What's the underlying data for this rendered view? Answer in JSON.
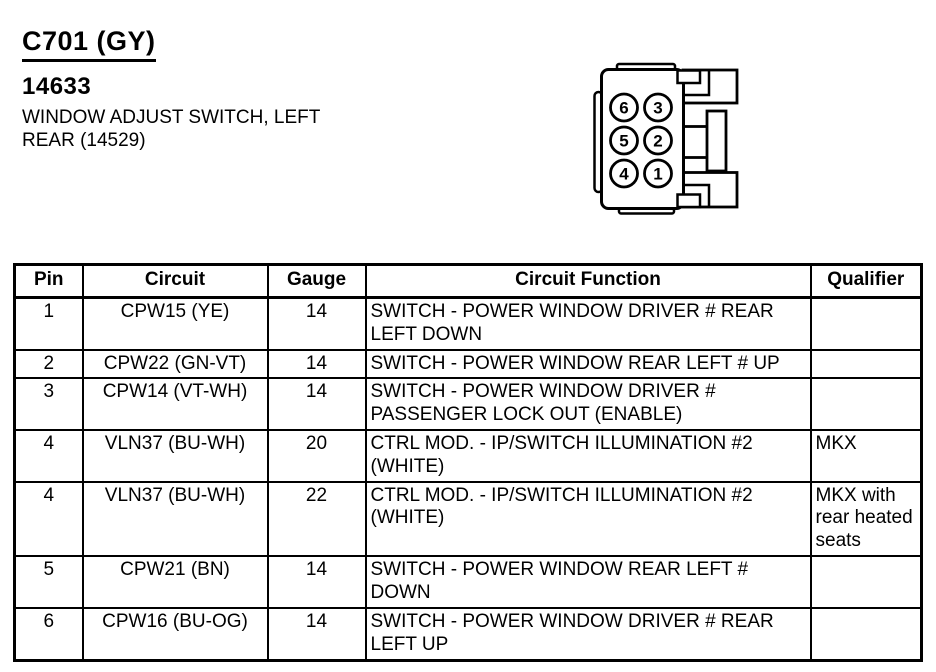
{
  "header": {
    "connector_id": "C701 (GY)",
    "part_number": "14633",
    "part_description": "WINDOW ADJUST SWITCH, LEFT REAR (14529)"
  },
  "connector_diagram": {
    "pins": [
      "6",
      "3",
      "5",
      "2",
      "4",
      "1"
    ]
  },
  "pin_table": {
    "columns": {
      "pin": "Pin",
      "circuit": "Circuit",
      "gauge": "Gauge",
      "function": "Circuit Function",
      "qualifier": "Qualifier"
    },
    "rows": [
      {
        "pin": "1",
        "circuit": "CPW15 (YE)",
        "gauge": "14",
        "function": "SWITCH - POWER WINDOW DRIVER # REAR LEFT DOWN",
        "qualifier": ""
      },
      {
        "pin": "2",
        "circuit": "CPW22 (GN-VT)",
        "gauge": "14",
        "function": "SWITCH - POWER WINDOW REAR LEFT # UP",
        "qualifier": ""
      },
      {
        "pin": "3",
        "circuit": "CPW14 (VT-WH)",
        "gauge": "14",
        "function": "SWITCH - POWER WINDOW DRIVER # PASSENGER LOCK OUT (ENABLE)",
        "qualifier": ""
      },
      {
        "pin": "4",
        "circuit": "VLN37 (BU-WH)",
        "gauge": "20",
        "function": "CTRL MOD. - IP/SWITCH ILLUMINATION #2 (WHITE)",
        "qualifier": "MKX"
      },
      {
        "pin": "4",
        "circuit": "VLN37 (BU-WH)",
        "gauge": "22",
        "function": "CTRL MOD. - IP/SWITCH ILLUMINATION #2 (WHITE)",
        "qualifier": "MKX with rear heated seats"
      },
      {
        "pin": "5",
        "circuit": "CPW21 (BN)",
        "gauge": "14",
        "function": "SWITCH - POWER WINDOW REAR LEFT # DOWN",
        "qualifier": ""
      },
      {
        "pin": "6",
        "circuit": "CPW16 (BU-OG)",
        "gauge": "14",
        "function": "SWITCH - POWER WINDOW DRIVER # REAR LEFT UP",
        "qualifier": ""
      }
    ]
  },
  "colors": {
    "ink": "#000000",
    "paper": "#ffffff"
  }
}
